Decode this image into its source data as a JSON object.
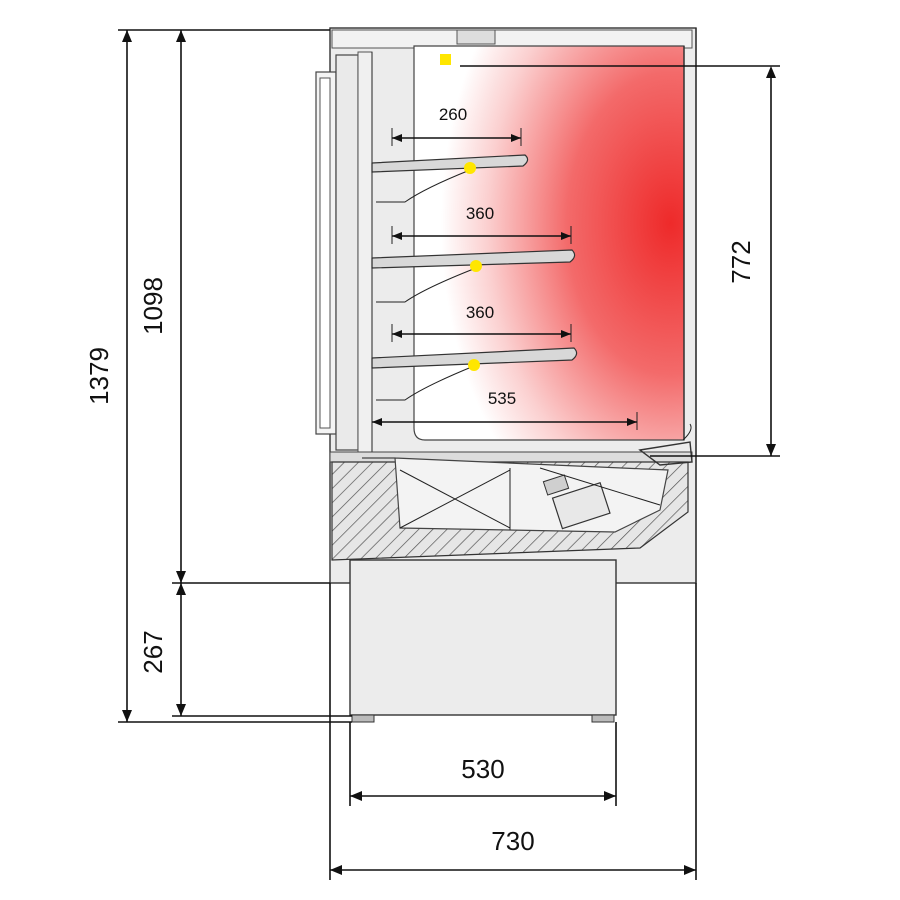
{
  "diagram": {
    "dimensions": {
      "total_height": "1379",
      "display_height": "1098",
      "base_height": "267",
      "cooled_height": "772",
      "base_width": "530",
      "total_width": "730",
      "shelf_1_depth": "260",
      "shelf_2_depth": "360",
      "shelf_3_depth": "360",
      "bottom_depth": "535"
    },
    "colors": {
      "cold_zone": "#ee2a2a",
      "line": "#111111",
      "body_fill": "#e9e9e9",
      "light_point": "#ffe600"
    }
  }
}
